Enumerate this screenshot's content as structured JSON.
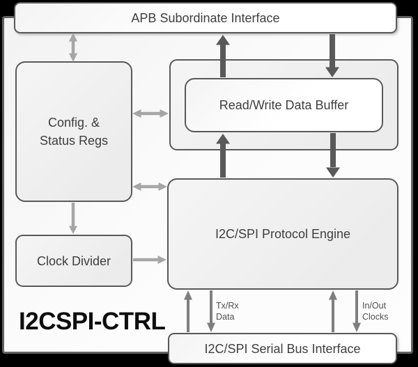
{
  "module": {
    "title": "I2CSPI-CTRL"
  },
  "nodes": {
    "apb": {
      "label": "APB Subordinate Interface"
    },
    "config": {
      "label_line1": "Config. &",
      "label_line2": "Status Regs"
    },
    "buffer": {
      "label": "Read/Write Data Buffer"
    },
    "engine": {
      "label": "I2C/SPI Protocol Engine"
    },
    "clock_divider": {
      "label": "Clock Divider"
    },
    "serial": {
      "label": "I2C/SPI Serial Bus Interface"
    }
  },
  "edge_labels": {
    "txrx": {
      "line1": "Tx/Rx",
      "line2": "Data"
    },
    "inout": {
      "line1": "In/Out",
      "line2": "Clocks"
    }
  },
  "colors": {
    "background": "#000000",
    "frame_fill": "#fafafa",
    "box_border": "#595959",
    "box_fill_gray": "#efefef",
    "box_fill_white": "#ffffff",
    "arrow_light": "#a6a6a6",
    "arrow_medium": "#7f7f7f",
    "arrow_dark": "#595959",
    "text": "#3e3e3e",
    "title_text": "#0d0d0d"
  }
}
